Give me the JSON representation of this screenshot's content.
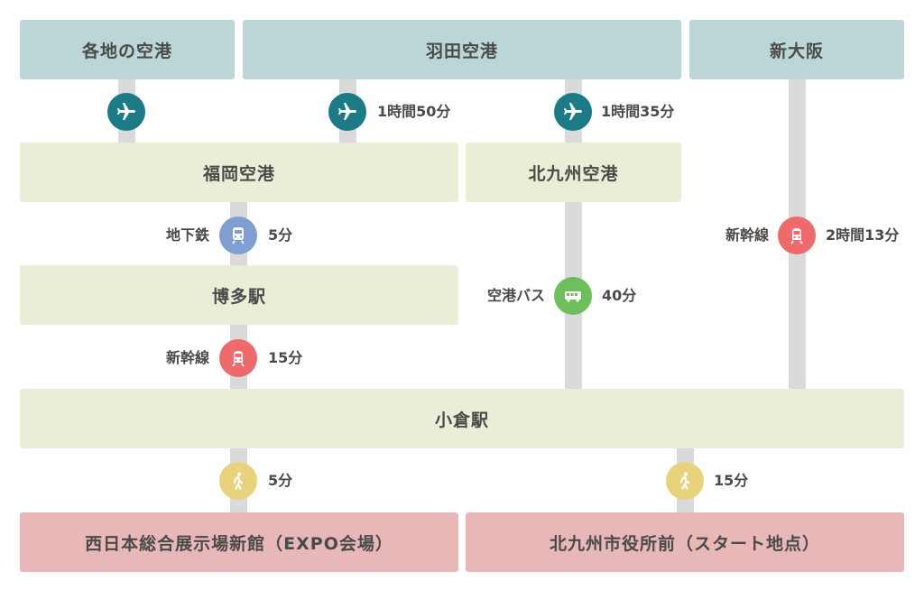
{
  "colors": {
    "origin_box": "#bcd6d8",
    "station_box": "#ecedd6",
    "destination_box": "#e8b7b8",
    "line": "#dadada",
    "plane": "#1c7b86",
    "subway": "#7f9fd3",
    "shinkansen": "#ef6b6b",
    "bus": "#6cbf5a",
    "walk": "#e8d37c"
  },
  "origins": {
    "other_airports": "各地の空港",
    "haneda": "羽田空港",
    "shin_osaka": "新大阪"
  },
  "stations": {
    "fukuoka_airport": "福岡空港",
    "kitakyushu_airport": "北九州空港",
    "hakata": "博多駅",
    "kokura": "小倉駅"
  },
  "destinations": {
    "expo": "西日本総合展示場新館（EXPO会場）",
    "city_hall": "北九州市役所前（スタート地点）"
  },
  "segments": {
    "haneda_fukuoka_time": "1時間50分",
    "haneda_kitakyushu_time": "1時間35分",
    "subway_label": "地下鉄",
    "subway_time": "5分",
    "shinkansen_osaka_label": "新幹線",
    "shinkansen_osaka_time": "2時間13分",
    "bus_label": "空港バス",
    "bus_time": "40分",
    "shinkansen_hakata_label": "新幹線",
    "shinkansen_hakata_time": "15分",
    "walk_expo_time": "5分",
    "walk_city_hall_time": "15分"
  },
  "icons": {
    "plane": "airplane-icon",
    "subway": "subway-train-icon",
    "shinkansen": "shinkansen-train-icon",
    "bus": "bus-icon",
    "walk": "walking-person-icon"
  }
}
